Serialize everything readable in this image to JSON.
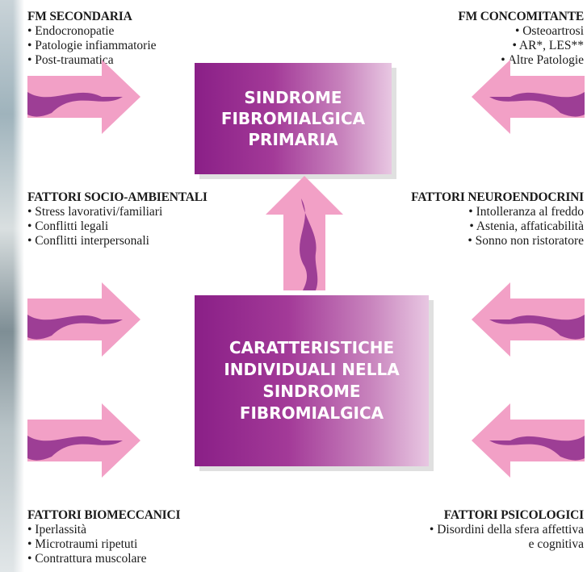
{
  "colors": {
    "box_dark": "#8a1f87",
    "box_light": "#e8c7e2",
    "arrow_pink": "#f2a0c6",
    "arrow_wave": "#8e2d8c"
  },
  "boxes": {
    "primary_lines": [
      "SINDROME",
      "FIBROMIALGICA",
      "PRIMARIA"
    ],
    "individual_lines": [
      "CARATTERISTICHE",
      "INDIVIDUALI NELLA",
      "SINDROME",
      "FIBROMIALGICA"
    ]
  },
  "blocks": {
    "fm_secondaria": {
      "title": "FM SECONDARIA",
      "items": [
        "• Endocronopatie",
        "• Patologie infiammatorie",
        "• Post-traumatica"
      ]
    },
    "fm_concomitante": {
      "title": "FM CONCOMITANTE",
      "items": [
        "• Osteoartrosi",
        "• AR*, LES**",
        "• Altre Patologie"
      ]
    },
    "fattori_socio": {
      "title": "FATTORI SOCIO-AMBIENTALI",
      "items": [
        "• Stress lavorativi/familiari",
        "• Conflitti legali",
        "• Conflitti interpersonali"
      ]
    },
    "fattori_neuro": {
      "title": "FATTORI NEUROENDOCRINI",
      "items": [
        "• Intolleranza al freddo",
        "• Astenia, affaticabilità",
        "• Sonno non ristoratore"
      ]
    },
    "fattori_bio": {
      "title": "FATTORI BIOMECCANICI",
      "items": [
        "• Iperlassità",
        "• Microtraumi ripetuti",
        "• Contrattura muscolare"
      ]
    },
    "fattori_psico": {
      "title": "FATTORI PSICOLOGICI",
      "items": [
        "• Disordini della sfera affettiva",
        "e cognitiva"
      ]
    }
  }
}
